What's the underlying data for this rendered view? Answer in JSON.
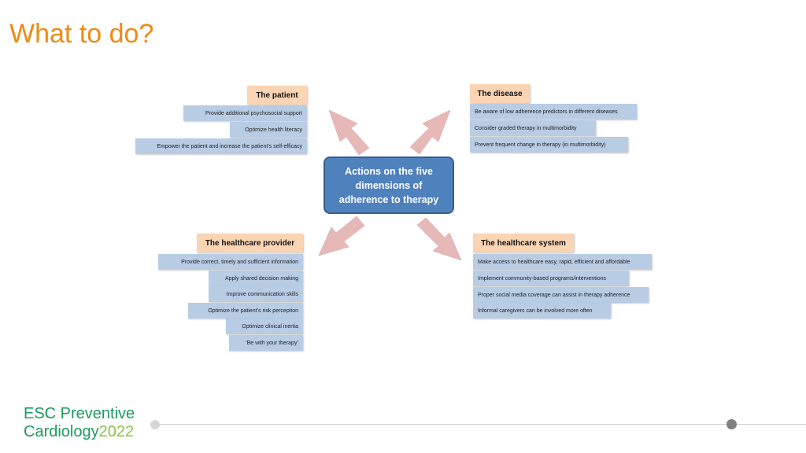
{
  "slide": {
    "title": "What to do?"
  },
  "center": {
    "label": "Actions on the five dimensions of adherence to therapy"
  },
  "patient": {
    "header": "The patient",
    "items": [
      "Provide additional psychosocial support",
      "Optimize health literacy",
      "Empower the patient and increase the patient’s self-efficacy"
    ]
  },
  "disease": {
    "header": "The disease",
    "items": [
      "Be aware of low adherence predictors in different diseases",
      "Consider graded therapy in multimorbidity",
      "Prevent frequent change in therapy (in multimorbidity)"
    ]
  },
  "provider": {
    "header": "The healthcare provider",
    "items": [
      "Provide correct, timely and sufficient information",
      "Apply shared decision making",
      "Improve communication skills",
      "Optimize the patient’s risk perception",
      "Optimize clinical inertia",
      "‘Be with your therapy’"
    ]
  },
  "system": {
    "header": "The healthcare system",
    "items": [
      "Make access to healthcare easy, rapid, efficient and affordable",
      "Implement community-based programs/interventions",
      "Proper social media coverage can assist in therapy adherence",
      "Informal caregivers can be involved more often"
    ]
  },
  "logo": {
    "line1": "ESC Preventive",
    "line2_word": "Cardiology",
    "line2_year": "2022"
  },
  "colors": {
    "title": "#ef8a12",
    "header_fill": "#fbd4b4",
    "item_fill": "#b8cce4",
    "center_fill": "#4f81bd",
    "arrow_fill": "#e6b9b8",
    "logo_green": "#1b9b5c"
  }
}
